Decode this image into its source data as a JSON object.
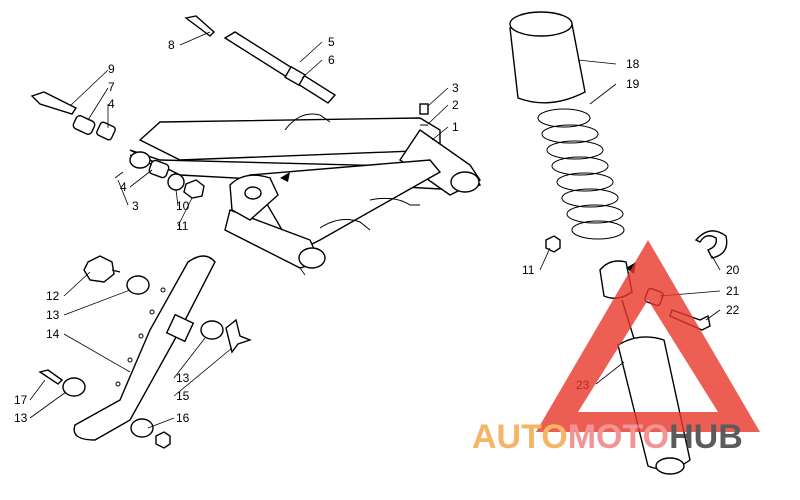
{
  "diagram": {
    "callouts": [
      "8",
      "5",
      "6",
      "9",
      "7",
      "4",
      "3",
      "2",
      "1",
      "4",
      "3",
      "10",
      "11",
      "12",
      "13",
      "14",
      "17",
      "13",
      "13",
      "15",
      "16",
      "18",
      "19",
      "11",
      "20",
      "21",
      "22",
      "23"
    ]
  },
  "watermark": {
    "part1": "AUTO",
    "part2": "MOTO",
    "part3": "HUB",
    "color1": "#f2a541",
    "color2": "#f07a7a",
    "color3": "#333333",
    "triangle_color": "#e8362a"
  }
}
